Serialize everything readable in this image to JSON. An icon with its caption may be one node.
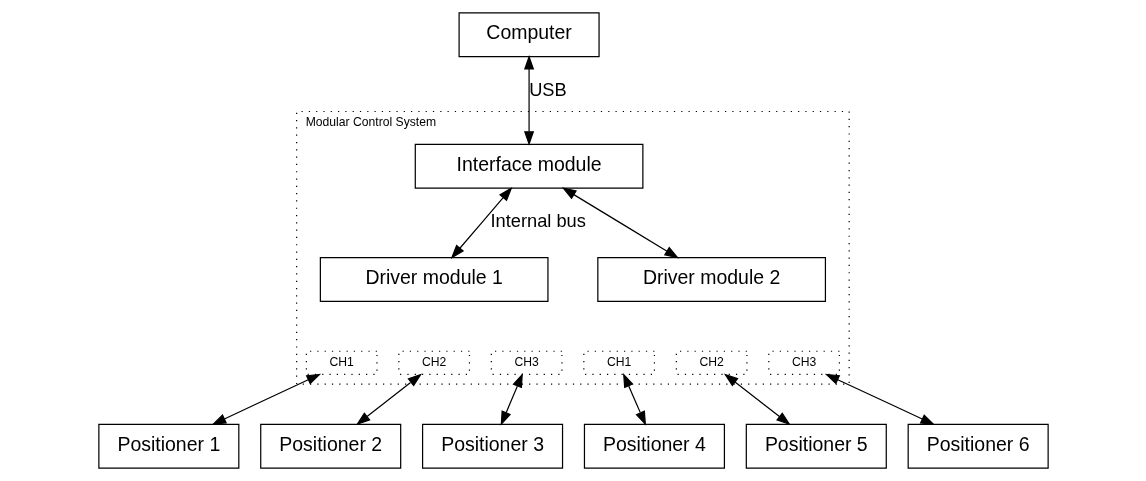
{
  "diagram": {
    "nodes": [
      {
        "text": [
          "Computer"
        ]
      },
      {
        "text": [
          "Modular Control System"
        ]
      },
      {
        "text": [
          "Interface module"
        ],
        "in": 1
      },
      {
        "text": [
          "Driver module 1"
        ],
        "in": 1
      },
      {
        "text": [
          "CH1"
        ],
        "in": 1
      },
      {
        "text": [
          "CH2"
        ],
        "in": 1
      },
      {
        "text": [
          "CH3"
        ],
        "in": 1
      },
      {
        "text": [
          "Driver module 2"
        ],
        "in": 1
      },
      {
        "text": [
          "CH1"
        ],
        "in": 1
      },
      {
        "text": [
          "CH2"
        ],
        "in": 1
      },
      {
        "text": [
          "CH3"
        ],
        "in": 1
      },
      {
        "text": [
          "Positioner 1"
        ]
      },
      {
        "text": [
          "Positioner 2"
        ]
      },
      {
        "text": [
          "Positioner 3"
        ]
      },
      {
        "text": [
          "Positioner 4"
        ]
      },
      {
        "text": [
          "Positioner 5"
        ]
      },
      {
        "text": [
          "Positioner 6"
        ]
      }
    ],
    "edges": [
      {
        "from": 0,
        "to": 2,
        "arrow": "both",
        "label": "USB"
      },
      {
        "from": 2,
        "to": 3,
        "arrow": "both",
        "label": "Internal bus"
      },
      {
        "from": 2,
        "to": 7,
        "arrow": "both"
      },
      {
        "from": 4,
        "to": 11,
        "arrow": "both"
      },
      {
        "from": 5,
        "to": 12,
        "arrow": "both"
      },
      {
        "from": 6,
        "to": 13,
        "arrow": "both"
      },
      {
        "from": 8,
        "to": 14,
        "arrow": "both"
      },
      {
        "from": 9,
        "to": 15,
        "arrow": "both"
      },
      {
        "from": 10,
        "to": 16,
        "arrow": "both"
      }
    ]
  }
}
